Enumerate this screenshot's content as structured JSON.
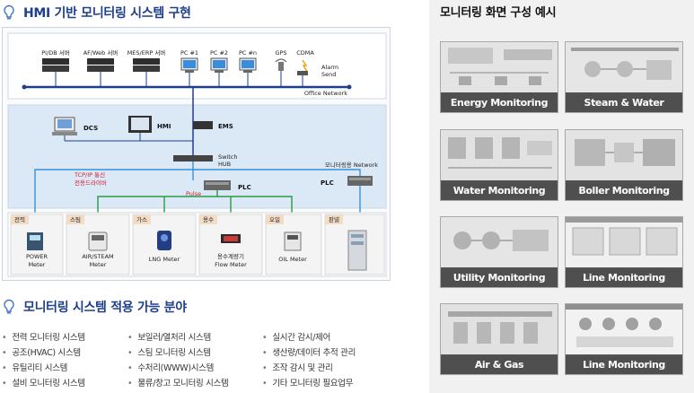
{
  "section1": {
    "title": "HMI 기반 모니터링 시스템 구현"
  },
  "section2": {
    "title": "모니터링 시스템 적용 가능 분야"
  },
  "diagram": {
    "servers": [
      "PI/DB 서버",
      "AF/Web 서버",
      "MES/ERP 서버"
    ],
    "pcs": [
      "PC #1",
      "PC #2",
      "PC #n"
    ],
    "gps": "GPS",
    "cdma": "CDMA",
    "alarm_line1": "Alarm",
    "alarm_line2": "Send",
    "office_network": "Office Network",
    "dcs": "DCS",
    "hmi": "HMI",
    "ems": "EMS",
    "switch_line1": "Switch",
    "switch_line2": "HUB",
    "monitoring_network": "모니터링용 Network",
    "tcpip_line1": "TCP/IP 통신",
    "tcpip_line2": "전용드라이버",
    "plc1": "PLC",
    "plc2": "PLC",
    "pulse": "Pulse",
    "categories": [
      "전력",
      "스팀",
      "가스",
      "용수",
      "오일",
      "판넬"
    ],
    "meters": [
      {
        "line1": "POWER",
        "line2": "Meter"
      },
      {
        "line1": "AIR/STEAM",
        "line2": "Meter"
      },
      {
        "line1": "LNG Meter",
        "line2": ""
      },
      {
        "line1": "용수계량기",
        "line2": "Flow Meter"
      },
      {
        "line1": "OIL Meter",
        "line2": ""
      }
    ]
  },
  "applications": [
    "전력 모니터링 시스템",
    "보일러/열처리 시스템",
    "실시간 감시/제어",
    "공조(HVAC) 시스템",
    "스팀 모니터링 시스템",
    "생산량/데이터 추적 관리",
    "유틸리티 시스템",
    "수처리(WWW)시스템",
    "조작 감시 및 관리",
    "설비 모니터링 시스템",
    "물류/창고 모니터링 시스템",
    "기타 모니터링 필요업무"
  ],
  "examples": {
    "title": "모니터링 화면 구성 예시",
    "items": [
      "Energy Monitoring",
      "Steam & Water",
      "Water Monitoring",
      "Boller Monitoring",
      "Utility Monitoring",
      "Line Monitoring",
      "Air & Gas",
      "Line Monitoring"
    ]
  },
  "colors": {
    "accent": "#1e3f8a",
    "network": "#1e3f8a",
    "tcp": "#3a8fd8",
    "pulse": "#2a9a46",
    "red": "#d21d2c"
  }
}
